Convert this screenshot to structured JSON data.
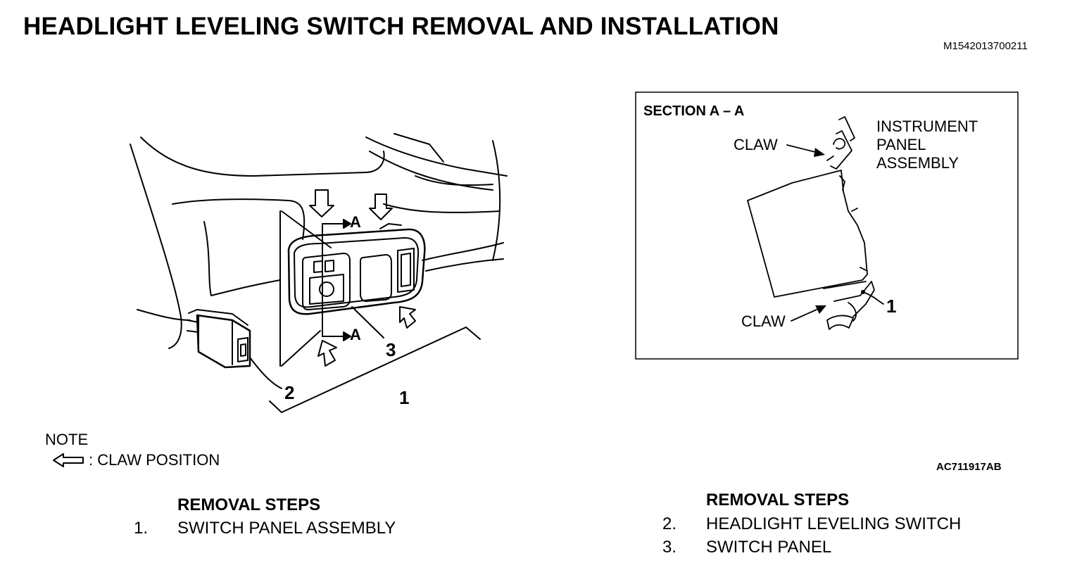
{
  "header": {
    "title": "HEADLIGHT LEVELING SWITCH REMOVAL AND INSTALLATION",
    "doc_id": "M1542013700211"
  },
  "figure": {
    "figure_id": "AC711917AB",
    "main_callouts": {
      "c1": "1",
      "c2": "2",
      "c3": "3",
      "sec_a_top": "A",
      "sec_a_bottom": "A"
    },
    "section_view": {
      "title": "SECTION A – A",
      "claw_top": "CLAW",
      "claw_bottom": "CLAW",
      "instrument_line1": "INSTRUMENT",
      "instrument_line2": "PANEL",
      "instrument_line3": "ASSEMBLY",
      "callout": "1"
    }
  },
  "note": {
    "heading": "NOTE",
    "legend_text": ": CLAW POSITION",
    "legend_icon": "hollow-left-arrow-icon"
  },
  "removal_steps": {
    "left": {
      "heading": "REMOVAL STEPS",
      "items": [
        {
          "num": "1.",
          "text": "SWITCH PANEL ASSEMBLY"
        }
      ]
    },
    "right": {
      "heading": "REMOVAL STEPS",
      "items": [
        {
          "num": "2.",
          "text": "HEADLIGHT LEVELING SWITCH"
        },
        {
          "num": "3.",
          "text": "SWITCH PANEL"
        }
      ]
    }
  }
}
